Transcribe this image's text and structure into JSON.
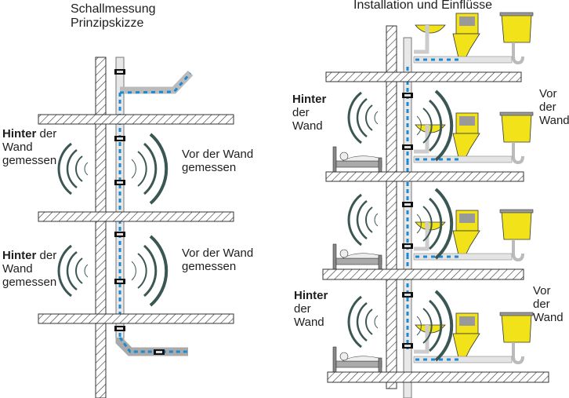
{
  "left": {
    "title_line1": "Schallmessung",
    "title_line2": "Prinzipskizze",
    "behind_bold": "Hinter",
    "behind_rest": " der",
    "behind_line2": "Wand",
    "behind_line3": "gemessen",
    "front_line1": "Vor der Wand",
    "front_line2": "gemessen"
  },
  "right": {
    "title": "Installation und Einflüsse",
    "behind_bold": "Hinter",
    "behind_line2": "der",
    "behind_line3": "Wand",
    "front_line1": "Vor",
    "front_line2": "der",
    "front_line3": "Wand"
  },
  "colors": {
    "pipe_flow": "#1a8ad4",
    "fixture": "#f2e21a",
    "sound_wave": "#3b5753"
  }
}
